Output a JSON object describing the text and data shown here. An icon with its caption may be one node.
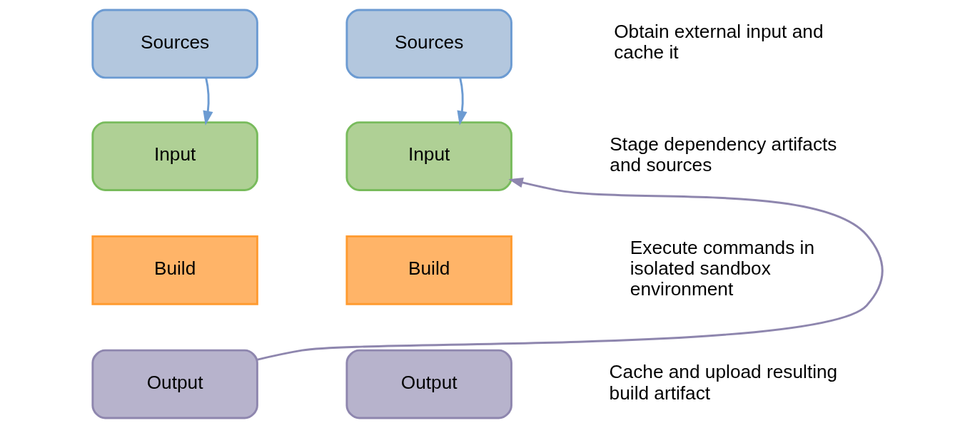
{
  "diagram": {
    "nodes": [
      {
        "text": [
          "Sources"
        ]
      },
      {
        "text": [
          "Input"
        ]
      },
      {
        "text": [
          "Build"
        ]
      },
      {
        "text": [
          "Output"
        ]
      },
      {
        "text": [
          "Sources"
        ]
      },
      {
        "text": [
          "Input"
        ]
      },
      {
        "text": [
          "Build"
        ]
      },
      {
        "text": [
          "Output"
        ]
      }
    ],
    "edges": [
      {
        "from": 0,
        "to": 1,
        "arrow": "to"
      },
      {
        "from": 4,
        "to": 5,
        "arrow": "to"
      },
      {
        "from": 3,
        "to": 5,
        "arrow": "to",
        "color": "#8e86ae"
      }
    ],
    "labels": [
      "Obtain external input and cache it",
      "Stage dependency artifacts and sources",
      "Execute commands in isolated sandbox environment",
      "Cache and upload resulting build artifact"
    ]
  }
}
